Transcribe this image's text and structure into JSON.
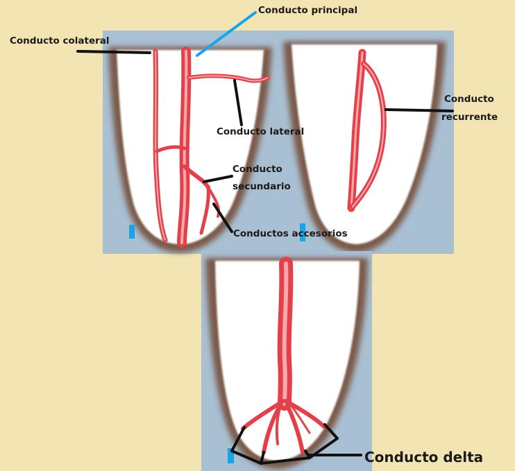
{
  "labels": {
    "principal": "Conducto principal",
    "colateral": "Conducto colateral",
    "lateral": "Conducto lateral",
    "secundario_1": "Conducto",
    "secundario_2": "secundario",
    "accesorios": "Conductos accesorios",
    "recurrente_1": "Conducto",
    "recurrente_2": "recurrente",
    "delta": "Conducto delta"
  },
  "colors": {
    "page_background": "#f3e4b4",
    "panel_background": "#a9bfd2",
    "tooth_interior": "#ffffff",
    "tooth_wall": "#7a5a48",
    "canal": "#e4404a",
    "canal_light": "#f6aaae",
    "leader_line": "#111111",
    "principal_pointer": "#1aa3e6",
    "marker": "#1aa3e6"
  }
}
